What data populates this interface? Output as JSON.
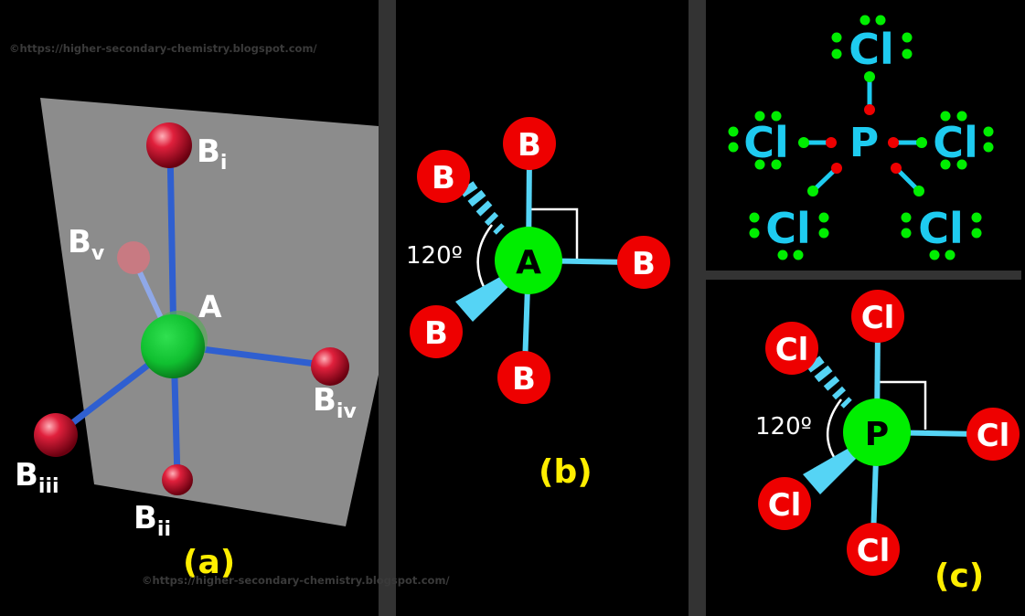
{
  "watermark": "©https://higher-secondary-chemistry.blogspot.com/",
  "panel_a": {
    "caption": "(a)",
    "center": "A",
    "ligand_letter": "B",
    "subscripts": {
      "i": "i",
      "ii": "ii",
      "iii": "iii",
      "iv": "iv",
      "v": "v"
    }
  },
  "panel_b": {
    "caption": "(b)",
    "center": "A",
    "ligand": "B",
    "angle": "120º"
  },
  "panel_lewis": {
    "center": "P",
    "ligand": "Cl"
  },
  "panel_c": {
    "caption": "(c)",
    "center": "P",
    "ligand": "Cl",
    "angle": "120º"
  },
  "colors": {
    "background": "#000000",
    "divider": "#333333",
    "plane": "#8c8c8c",
    "central_atom": "#00ee00",
    "ligand_atom": "#ee0000",
    "bond_3d": "#2f5fd0",
    "bond_flat": "#55d4f5",
    "lewis_text": "#1ecbf0",
    "lone_pair": "#00ee00",
    "bond_electron": "#ee0000",
    "caption": "#ffee00"
  }
}
